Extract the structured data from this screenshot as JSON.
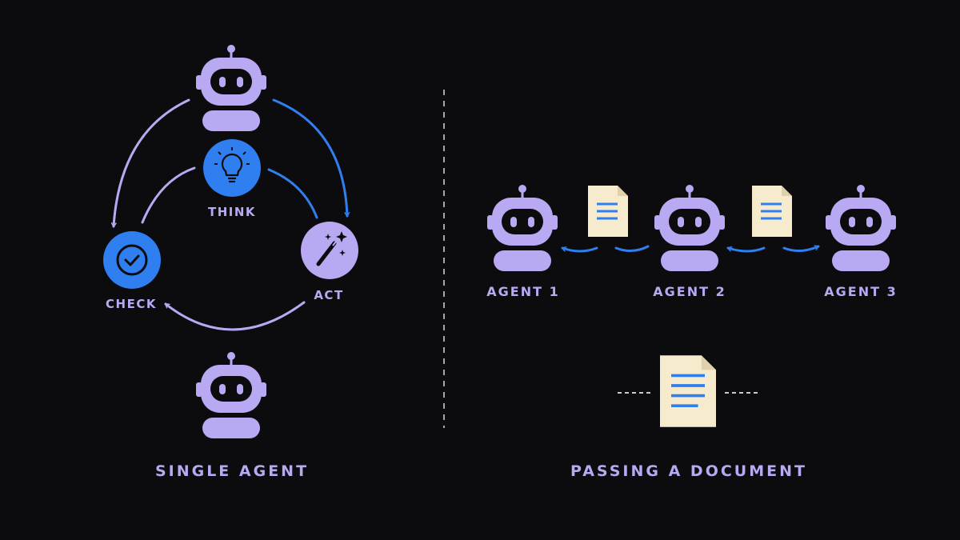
{
  "colors": {
    "background": "#0c0c0f",
    "robot": "#b9a8f2",
    "robot_face": "#0c0c0f",
    "blue": "#2f7ff0",
    "lavender_arrow": "#b9a8f2",
    "document": "#f7ebcd",
    "document_lines": "#2f7ff0"
  },
  "single_agent": {
    "title": "SINGLE AGENT",
    "steps": {
      "think": "THINK",
      "act": "ACT",
      "check": "CHECK"
    }
  },
  "passing": {
    "title": "PASSING A DOCUMENT",
    "agents": [
      "AGENT 1",
      "AGENT 2",
      "AGENT 3"
    ]
  }
}
